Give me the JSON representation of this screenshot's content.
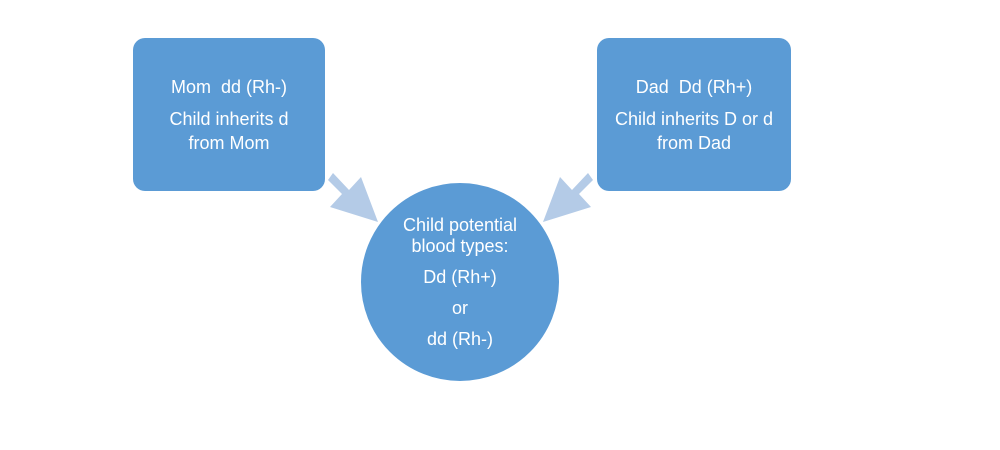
{
  "mom_box": {
    "line1": "Mom  dd (Rh-)",
    "line2": "Child inherits d",
    "line3": "from Mom"
  },
  "dad_box": {
    "line1": "Dad  Dd (Rh+)",
    "line2": "Child inherits D or d",
    "line3": "from Dad"
  },
  "child_circle": {
    "line1": "Child potential",
    "line2": "blood types:",
    "line3": "Dd (Rh+)",
    "line4": "or",
    "line5": "dd (Rh-)"
  },
  "colors": {
    "box_fill": "#5b9bd5",
    "arrow_fill": "#b4cbe7",
    "text": "#ffffff"
  }
}
